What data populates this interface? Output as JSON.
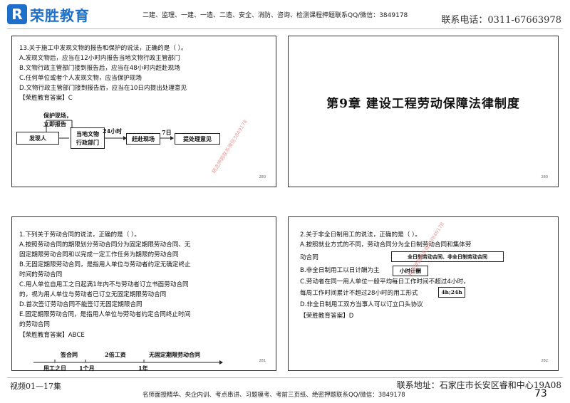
{
  "header": {
    "logo_text": "荣胜教育",
    "courses": "二建、监理、一建、一造、二造、安全、消防、咨询、检测课程押题联系QQ/微信：3849178",
    "phone": "联系电话：0311-67663978"
  },
  "slide1": {
    "lines": [
      "13.关于施工中发现文物的报告和保护的说法，正确的是（    ）。",
      "A.发现文物后，应当在12小时内报告当地文物行政主管部门",
      "B.文物行政主管部门接到报告后，应当在48小时内赶赴现场",
      "C.任何单位或者个人发现文物，应当保护现场",
      "D.文物行政主管部门接到报告后，应当在10日内提出处理意见",
      "【荣胜教育答案】C"
    ],
    "diagram": {
      "top_label_1": "保护现场，",
      "top_label_2": "立即报告",
      "box1": "发现人",
      "box2_1": "当地文物",
      "box2_2": "行政部门",
      "arrow_label_1": "24小时",
      "box3": "赶赴现场",
      "arrow_label_2": "7日",
      "box4": "提处理意见"
    },
    "watermark": "精选押题联系微信3849178",
    "page": "280"
  },
  "slide2": {
    "chapter_title": "第9章   建设工程劳动保障法律制度",
    "page": "280"
  },
  "slide3": {
    "lines": [
      "1.下列关于劳动合同的说法，正确的是（    ）。",
      "A.按照劳动合同的期限划分劳动合同分为固定期限劳动合同、无",
      "固定期限劳动合同和以完成一定工作任务为期限的劳动合同",
      "B.无固定期限劳动合同，是指用人单位与劳动者约定无确定终止",
      "时间的劳动合同",
      "C.用人单位自用工之日起满1年内不与劳动者订立书面劳动合同",
      "的，视为用人单位与劳动者已订立无固定期限劳动合同",
      "D.首次签订劳动合同不能签订无固定期限合同",
      "E.固定期限劳动合同，是指用人单位与劳动者约定合同终止时间",
      "的劳动合同",
      "【荣胜教育答案】ABCE"
    ],
    "timeline": {
      "label_sign": "签合同",
      "label_double": "2倍工资",
      "label_open": "无固定期限劳动合同",
      "tick_1": "用工之日",
      "tick_2": "1个月",
      "tick_3": "1年"
    },
    "page": "281"
  },
  "slide4": {
    "lines": [
      "2.关于非全日制用工的说法，正确的是（    ）。",
      "A.按照就业方式的不同，劳动合同分为全日制劳动合同和集体劳",
      "动合同",
      "B.非全日制用工以日计酬为主",
      "C.劳动者在同一用人单位一般平均每日工作时间不超过4小时，",
      "每周工作时间累计不超过28小时的用工形式",
      "D.非全日制用工双方当事人可以订立口头协议",
      "【荣胜教育答案】D"
    ],
    "note_1": "全日制劳动合同、非全日制劳动合同",
    "note_2": "小时计酬",
    "note_3": "4h;24h",
    "watermark": "精选押题联系微信3849178",
    "page": "282"
  },
  "footer": {
    "left": "视频01—17集",
    "address": "联系地址：石家庄市长安区睿和中心19A08",
    "middle": "名师面授精华、央企内训、考点串讲、习题模考、考前三页纸、绝密押题联系QQ/微信：3849178",
    "page_number": "73"
  }
}
